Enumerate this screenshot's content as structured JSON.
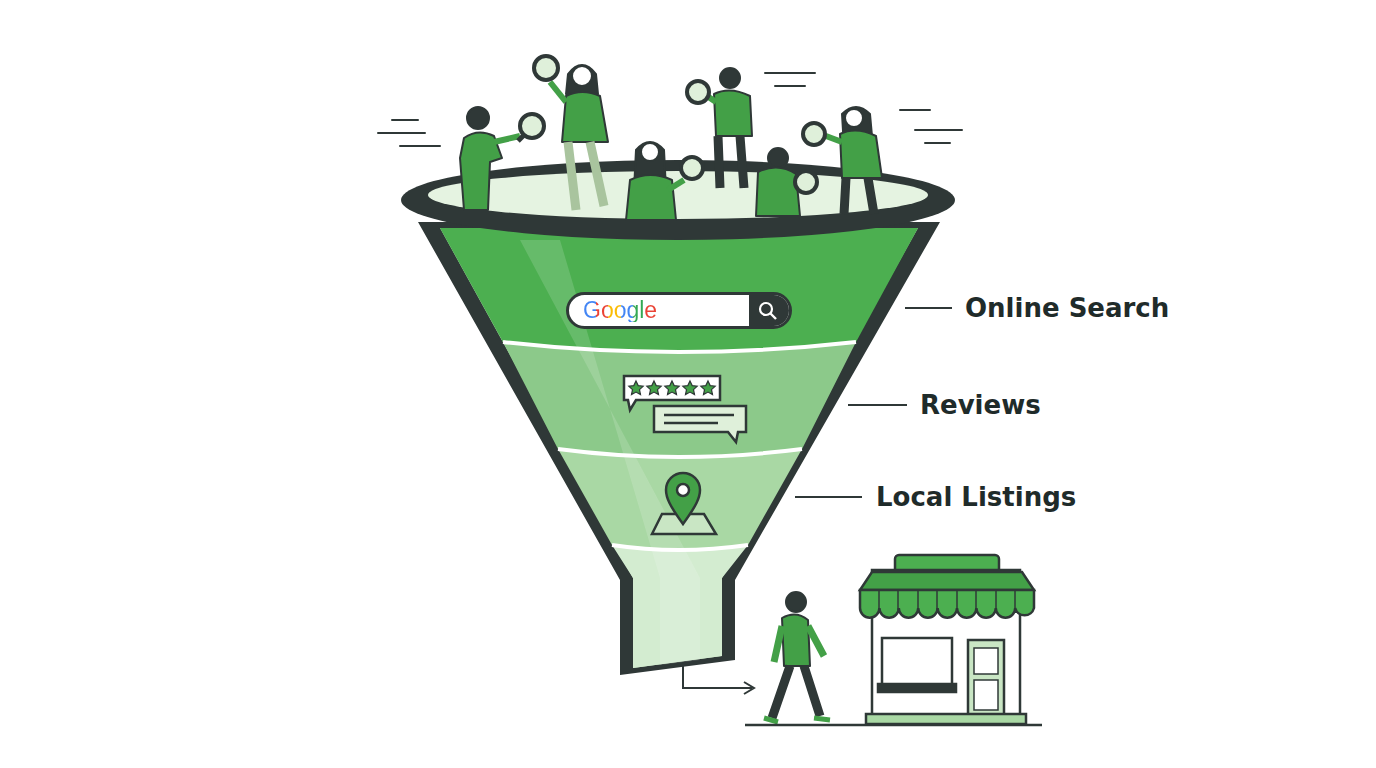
{
  "diagram": {
    "nodes": [
      {
        "text": [
          "Google"
        ]
      }
    ],
    "labels": [
      "Online Search",
      "Reviews",
      "Local Listings"
    ]
  }
}
